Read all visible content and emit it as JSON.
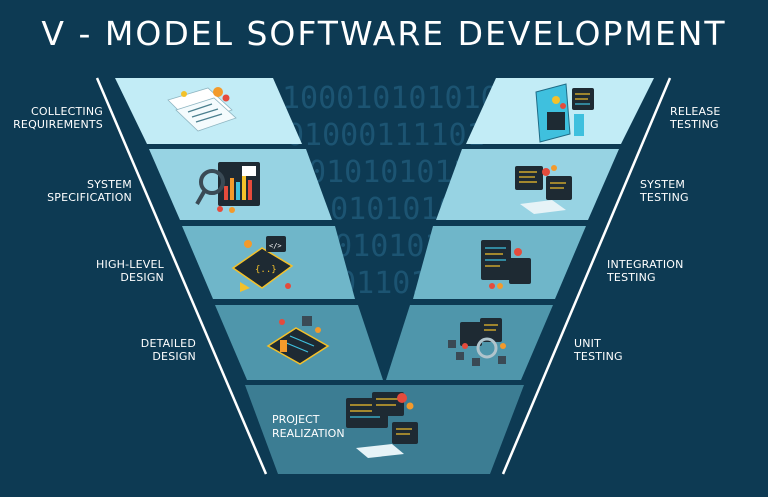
{
  "title": "V - MODEL SOFTWARE DEVELOPMENT",
  "left_stages": [
    {
      "line1": "COLLECTING",
      "line2": "REQUIREMENTS"
    },
    {
      "line1": "SYSTEM",
      "line2": "SPECIFICATION"
    },
    {
      "line1": "HIGH-LEVEL",
      "line2": "DESIGN"
    },
    {
      "line1": "DETAILED",
      "line2": "DESIGN"
    }
  ],
  "right_stages": [
    {
      "line1": "RELEASE",
      "line2": "TESTING"
    },
    {
      "line1": "SYSTEM",
      "line2": "TESTING"
    },
    {
      "line1": "INTEGRATION",
      "line2": "TESTING"
    },
    {
      "line1": "UNIT",
      "line2": "TESTING"
    }
  ],
  "bottom_stage": {
    "line1": "PROJECT",
    "line2": "REALIZATION"
  },
  "binary_rows": [
    "100010101010",
    "01000111101",
    "10101010110",
    "0101010101",
    "1001010110",
    "01011010"
  ],
  "colors": {
    "background": "#0d3a53",
    "tier1": "#c2ecf6",
    "tier2": "#97d3e3",
    "tier3": "#6fb6c9",
    "tier4": "#4f96ab",
    "tier5": "#3c7d93",
    "outline": "#ffffff"
  }
}
